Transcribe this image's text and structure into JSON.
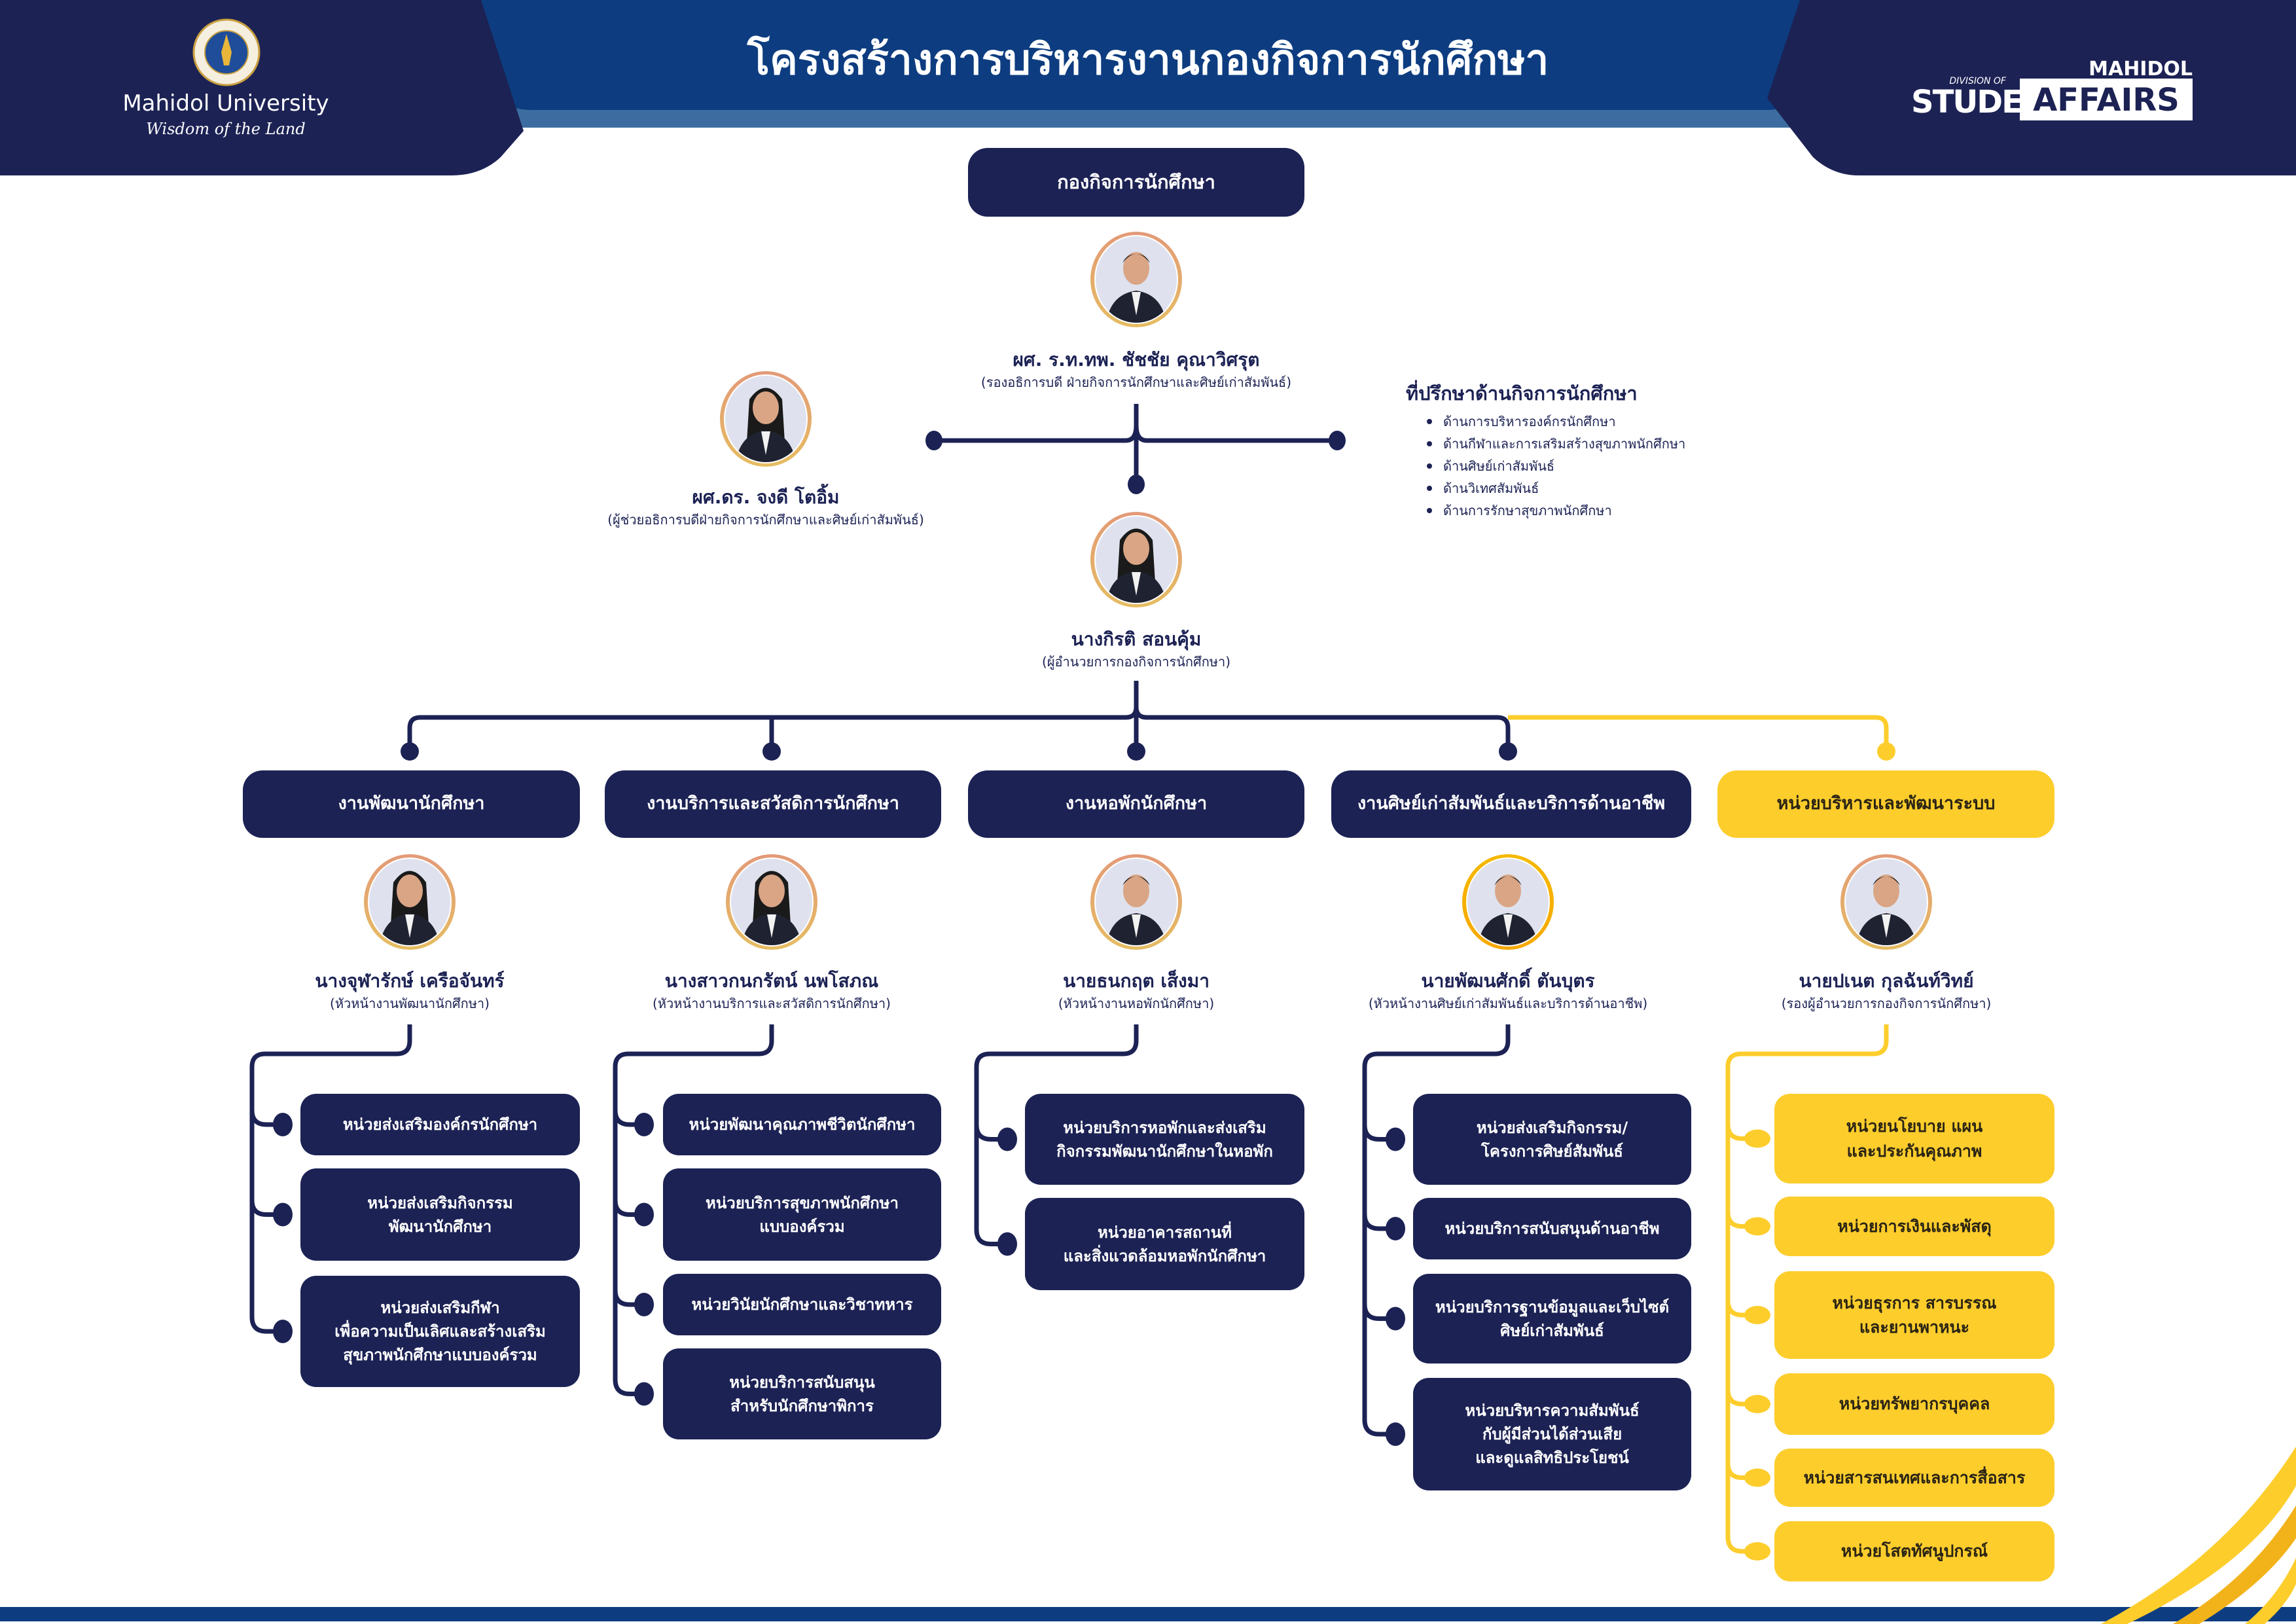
{
  "header": {
    "title": "โครงสร้างการบริหารงานกองกิจการนักศึกษา",
    "left_logo": {
      "name": "Mahidol University",
      "tagline": "Wisdom of the Land"
    },
    "right_logo": {
      "line1": "MAHIDOL",
      "line2": "DIVISION OF",
      "line3": "STUDENT",
      "line4": "AFFAIRS"
    }
  },
  "colors": {
    "navy": "#1c2254",
    "yellow": "#fdcd2c",
    "blue": "#0d3d80",
    "light_blue": "#3d6da0"
  },
  "top": {
    "unit": "กองกิจการนักศึกษา",
    "head": {
      "name": "ผศ. ร.ท.ทพ. ชัชชัย คุณาวิศรุต",
      "role": "(รองอธิการบดี ฝ่ายกิจการนักศึกษาและศิษย์เก่าสัมพันธ์)"
    },
    "assistant": {
      "name": "ผศ.ดร. จงดี โตอิ้ม",
      "role": "(ผู้ช่วยอธิการบดีฝ่ายกิจการนักศึกษาและศิษย์เก่าสัมพันธ์)"
    },
    "director": {
      "name": "นางกิรติ สอนคุ้ม",
      "role": "(ผู้อำนวยการกองกิจการนักศึกษา)"
    }
  },
  "advisors": {
    "title": "ที่ปรึกษาด้านกิจการนักศึกษา",
    "items": [
      "ด้านการบริหารองค์กรนักศึกษา",
      "ด้านกีฬาและการเสริมสร้างสุขภาพนักศึกษา",
      "ด้านศิษย์เก่าสัมพันธ์",
      "ด้านวิเทศสัมพันธ์",
      "ด้านการรักษาสุขภาพนักศึกษา"
    ]
  },
  "departments": [
    {
      "title": "งานพัฒนานักศึกษา",
      "style": "navy",
      "head": {
        "name": "นางจุฬารักษ์ เครือจันทร์",
        "role": "(หัวหน้างานพัฒนานักศึกษา)"
      },
      "units": [
        "หน่วยส่งเสริมองค์กรนักศึกษา",
        "หน่วยส่งเสริมกิจกรรม\nพัฒนานักศึกษา",
        "หน่วยส่งเสริมกีฬา\nเพื่อความเป็นเลิศและสร้างเสริม\nสุขภาพนักศึกษาแบบองค์รวม"
      ]
    },
    {
      "title": "งานบริการและสวัสดิการนักศึกษา",
      "style": "navy",
      "head": {
        "name": "นางสาวกนกรัตน์ นพโสภณ",
        "role": "(หัวหน้างานบริการและสวัสดิการนักศึกษา)"
      },
      "units": [
        "หน่วยพัฒนาคุณภาพชีวิตนักศึกษา",
        "หน่วยบริการสุขภาพนักศึกษา\nแบบองค์รวม",
        "หน่วยวินัยนักศึกษาและวิชาทหาร",
        "หน่วยบริการสนับสนุน\nสำหรับนักศึกษาพิการ"
      ]
    },
    {
      "title": "งานหอพักนักศึกษา",
      "style": "navy",
      "head": {
        "name": "นายธนกฤต เส็งมา",
        "role": "(หัวหน้างานหอพักนักศึกษา)"
      },
      "units": [
        "หน่วยบริการหอพักและส่งเสริม\nกิจกรรมพัฒนานักศึกษาในหอพัก",
        "หน่วยอาคารสถานที่\nและสิ่งแวดล้อมหอพักนักศึกษา"
      ]
    },
    {
      "title": "งานศิษย์เก่าสัมพันธ์และบริการด้านอาชีพ",
      "style": "navy",
      "head": {
        "name": "นายพัฒนศักดิ์ ตันบุตร",
        "role": "(หัวหน้างานศิษย์เก่าสัมพันธ์และบริการด้านอาชีพ)"
      },
      "units": [
        "หน่วยส่งเสริมกิจกรรม/\nโครงการศิษย์สัมพันธ์",
        "หน่วยบริการสนับสนุนด้านอาชีพ",
        "หน่วยบริการฐานข้อมูลและเว็บไซต์\nศิษย์เก่าสัมพันธ์",
        "หน่วยบริหารความสัมพันธ์\nกับผู้มีส่วนได้ส่วนเสีย\nและดูแลสิทธิประโยชน์"
      ]
    },
    {
      "title": "หน่วยบริหารและพัฒนาระบบ",
      "style": "yellow",
      "head": {
        "name": "นายปเนต กุลฉันท์วิทย์",
        "role": "(รองผู้อำนวยการกองกิจการนักศึกษา)"
      },
      "units": [
        "หน่วยนโยบาย แผน\nและประกันคุณภาพ",
        "หน่วยการเงินและพัสดุ",
        "หน่วยธุรการ สารบรรณ\nและยานพาหนะ",
        "หน่วยทรัพยากรบุคคล",
        "หน่วยสารสนเทศและการสื่อสาร",
        "หน่วยโสตทัศนูปกรณ์"
      ]
    }
  ]
}
